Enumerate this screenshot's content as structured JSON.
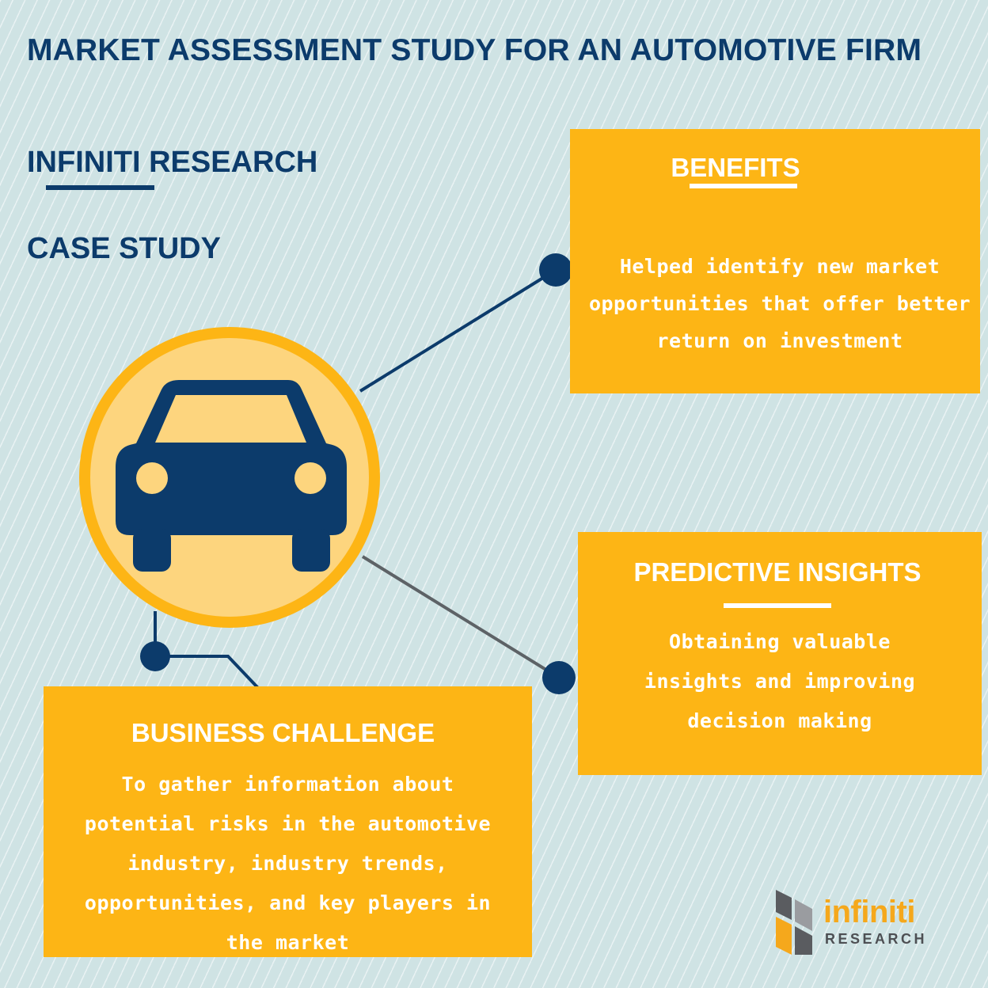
{
  "page": {
    "title": "MARKET ASSESSMENT STUDY FOR AN AUTOMOTIVE FIRM",
    "brand": "INFINITI RESEARCH",
    "subtitle": "CASE STUDY"
  },
  "icon": "car-icon",
  "benefits": {
    "heading": "BENEFITS",
    "lines": [
      "Helped identify new market",
      "opportunities that offer better",
      "return on investment"
    ]
  },
  "predictive_insights": {
    "heading": "PREDICTIVE INSIGHTS",
    "lines": [
      "Obtaining valuable",
      "insights and improving",
      "decision making"
    ]
  },
  "business_challenge": {
    "heading": "BUSINESS CHALLENGE",
    "lines": [
      "To gather information about",
      "potential risks in the automotive",
      "industry, industry trends,",
      "opportunities, and key players in",
      "the market"
    ]
  },
  "logo": {
    "word": "infiniti",
    "sub": "RESEARCH"
  },
  "colors": {
    "navy": "#0c3b6b",
    "orange": "#fdb515",
    "circle_ring": "#fdb515",
    "circle_fill": "#fdd57e",
    "background": "#cfe3e4"
  }
}
